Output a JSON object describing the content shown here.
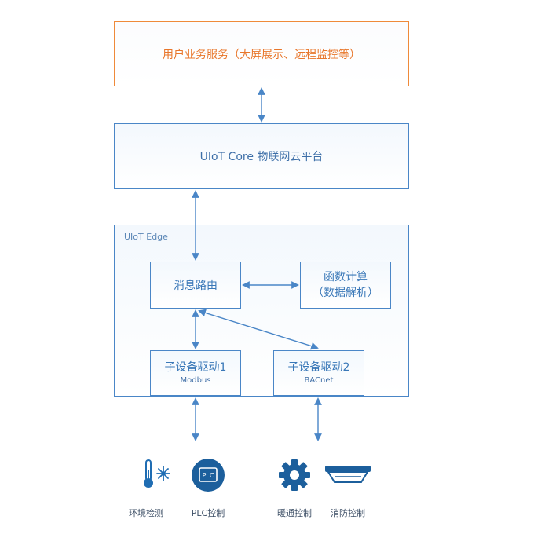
{
  "boxes": {
    "user_service": "用户业务服务（大屏展示、远程监控等）",
    "core_platform": "UIoT Core 物联网云平台",
    "edge_label": "UIoT Edge",
    "message_routing": "消息路由",
    "function_compute_line1": "函数计算",
    "function_compute_line2": "（数据解析）",
    "driver1_name": "子设备驱动1",
    "driver1_protocol": "Modbus",
    "driver2_name": "子设备驱动2",
    "driver2_protocol": "BACnet"
  },
  "devices": [
    {
      "label": "环境检测",
      "icon": "thermometer-snowflake-icon"
    },
    {
      "label": "PLC控制",
      "icon": "plc-icon"
    },
    {
      "label": "暖通控制",
      "icon": "gear-icon"
    },
    {
      "label": "消防控制",
      "icon": "smoke-detector-icon"
    }
  ],
  "colors": {
    "accent_blue": "#4a86c7",
    "accent_orange": "#ef8a3a",
    "icon_blue": "#1f6db3",
    "icon_dark": "#1c5f9c"
  }
}
